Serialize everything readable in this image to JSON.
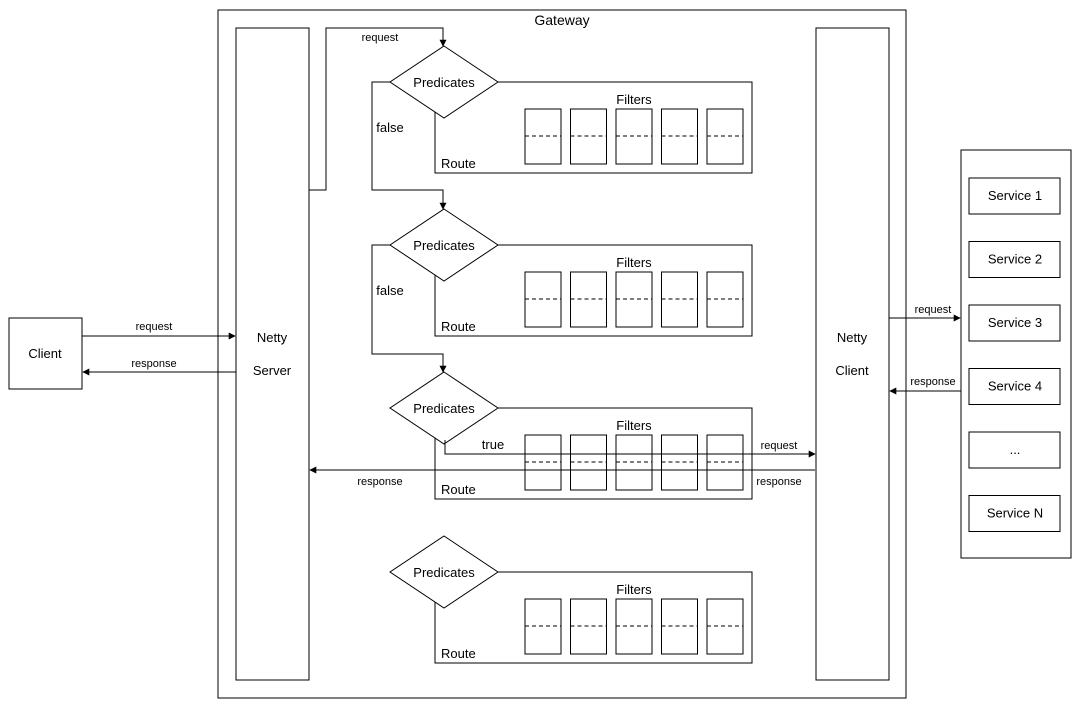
{
  "gateway": {
    "title": "Gateway"
  },
  "client": {
    "label": "Client"
  },
  "netty_server": {
    "line1": "Netty",
    "line2": "Server"
  },
  "netty_client": {
    "line1": "Netty",
    "line2": "Client"
  },
  "routes": [
    {
      "predicates": "Predicates",
      "filters": "Filters",
      "route": "Route"
    },
    {
      "predicates": "Predicates",
      "filters": "Filters",
      "route": "Route"
    },
    {
      "predicates": "Predicates",
      "filters": "Filters",
      "route": "Route"
    },
    {
      "predicates": "Predicates",
      "filters": "Filters",
      "route": "Route"
    }
  ],
  "services": [
    "Service 1",
    "Service 2",
    "Service 3",
    "Service 4",
    "...",
    "Service N"
  ],
  "edge_labels": {
    "request": "request",
    "response": "response",
    "false": "false",
    "true": "true"
  }
}
